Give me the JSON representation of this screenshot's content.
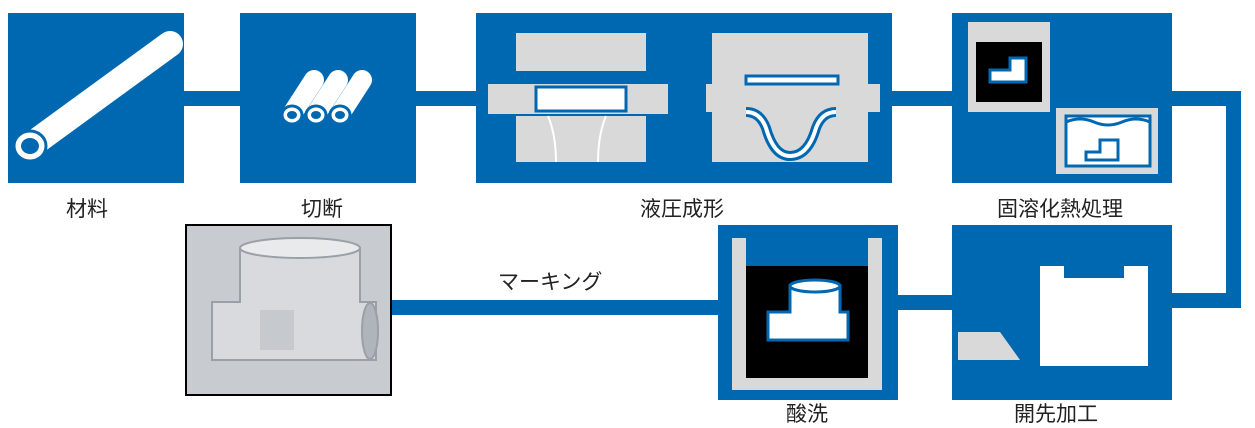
{
  "colors": {
    "blue": "#0068b0",
    "panel_gray": "#d9d9d9",
    "tube_white": "#ffffff",
    "black": "#000000"
  },
  "steps": [
    {
      "id": "material",
      "label": "材料",
      "icon": "pipe-icon"
    },
    {
      "id": "cutting",
      "label": "切断",
      "icon": "cut-tubes-icon"
    },
    {
      "id": "hydroforming",
      "label": "液圧成形",
      "icon": "hydraulic-press-icon"
    },
    {
      "id": "solution_treatment",
      "label": "固溶化熱処理",
      "icon": "heat-treatment-icon"
    },
    {
      "id": "beveling",
      "label": "開先加工",
      "icon": "bevel-cutting-icon"
    },
    {
      "id": "pickling",
      "label": "酸洗",
      "icon": "pickling-tank-icon"
    },
    {
      "id": "marking",
      "label": "マーキング",
      "icon": "marked-tee-photo"
    }
  ]
}
